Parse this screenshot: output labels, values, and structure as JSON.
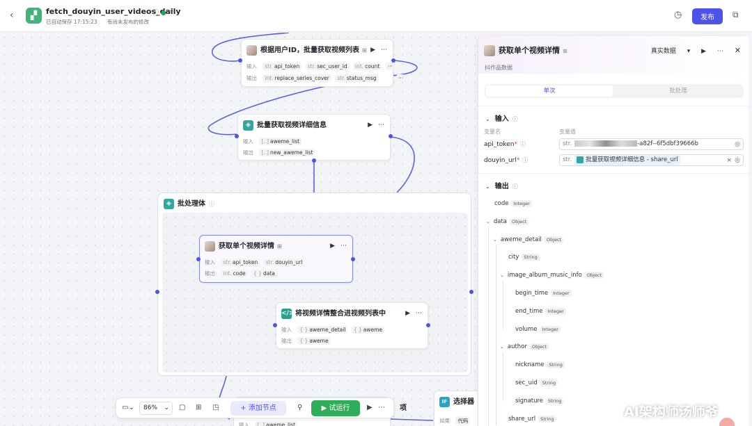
{
  "topbar": {
    "back": "‹",
    "app_icon": "workflow-icon",
    "workflow_name": "fetch_douyin_user_videos_daily",
    "autosave": "已自动保存 17:15:23",
    "unpublished": "有尚未发布的修改",
    "publish_label": "发布"
  },
  "nodes": {
    "batch_list": {
      "title": "根据用户ID，批量获取视频列表",
      "in_label": "输入",
      "out_label": "输出",
      "inputs": [
        {
          "type": "str.",
          "name": "api_token"
        },
        {
          "type": "str.",
          "name": "sec_user_id"
        },
        {
          "type": "int.",
          "name": "count"
        }
      ],
      "outputs": [
        {
          "type": "int.",
          "name": "replace_series_cover"
        },
        {
          "type": "str.",
          "name": "status_msg"
        }
      ]
    },
    "batch_detail": {
      "title": "批量获取视频详细信息",
      "in_label": "输入",
      "out_label": "输出",
      "inputs": [
        {
          "type": "[..]",
          "name": "aweme_list"
        }
      ],
      "outputs": [
        {
          "type": "[..]",
          "name": "new_aweme_list"
        }
      ]
    },
    "group": {
      "title": "批处理体"
    },
    "single_detail": {
      "title": "获取单个视频详情",
      "in_label": "输入",
      "out_label": "输出",
      "inputs": [
        {
          "type": "str.",
          "name": "api_token"
        },
        {
          "type": "str.",
          "name": "douyin_url"
        }
      ],
      "outputs": [
        {
          "type": "int.",
          "name": "code"
        },
        {
          "type": "{ }",
          "name": "data"
        }
      ]
    },
    "merge": {
      "title": "将视频详情整合进视频列表中",
      "in_label": "输入",
      "out_label": "输出",
      "inputs": [
        {
          "type": "{ }",
          "name": "aweme_detail"
        },
        {
          "type": "{ }",
          "name": "aweme"
        }
      ],
      "outputs": [
        {
          "type": "{ }",
          "name": "aweme"
        }
      ]
    },
    "bottom_node": {
      "title_tail": "项",
      "in_label": "输入",
      "inputs": [
        {
          "type": "[..]",
          "name": "aweme_list"
        }
      ]
    },
    "selector": {
      "title": "选择器",
      "cond_label": "如果",
      "code_label": "代码"
    }
  },
  "toolbar": {
    "zoom": "86%",
    "add_node": "添加节点",
    "run": "试运行"
  },
  "panel": {
    "title": "获取单个视频详情",
    "description": "抖作品数据",
    "data_mode": "真实数据",
    "tab_single": "单次",
    "tab_batch": "批处理",
    "input_section": "输入",
    "col_name": "变量名",
    "col_value": "变量值",
    "params": [
      {
        "name": "api_token",
        "type": "str.",
        "value_suffix": "-a82f--6f5dbf39666b"
      },
      {
        "name": "douyin_url",
        "type": "str.",
        "value": "批量获取视频详细信息 - share_url"
      }
    ],
    "output_section": "输出",
    "outputs": [
      {
        "name": "code",
        "type": "Integer",
        "level": 0,
        "expandable": false
      },
      {
        "name": "data",
        "type": "Object",
        "level": 0,
        "expandable": true
      },
      {
        "name": "aweme_detail",
        "type": "Object",
        "level": 1,
        "expandable": true
      },
      {
        "name": "city",
        "type": "String",
        "level": 2,
        "expandable": false
      },
      {
        "name": "image_album_music_info",
        "type": "Object",
        "level": 2,
        "expandable": true
      },
      {
        "name": "begin_time",
        "type": "Integer",
        "level": 3,
        "expandable": false
      },
      {
        "name": "end_time",
        "type": "Integer",
        "level": 3,
        "expandable": false
      },
      {
        "name": "volume",
        "type": "Integer",
        "level": 3,
        "expandable": false
      },
      {
        "name": "author",
        "type": "Object",
        "level": 2,
        "expandable": true
      },
      {
        "name": "nickname",
        "type": "String",
        "level": 3,
        "expandable": false
      },
      {
        "name": "sec_uid",
        "type": "String",
        "level": 3,
        "expandable": false
      },
      {
        "name": "signature",
        "type": "String",
        "level": 3,
        "expandable": false
      },
      {
        "name": "share_url",
        "type": "String",
        "level": 2,
        "expandable": false
      }
    ]
  },
  "watermark": "AI架构师汤师爷",
  "colors": {
    "accent": "#4d53e8",
    "run": "#2fae5a",
    "required": "#e5484d"
  }
}
